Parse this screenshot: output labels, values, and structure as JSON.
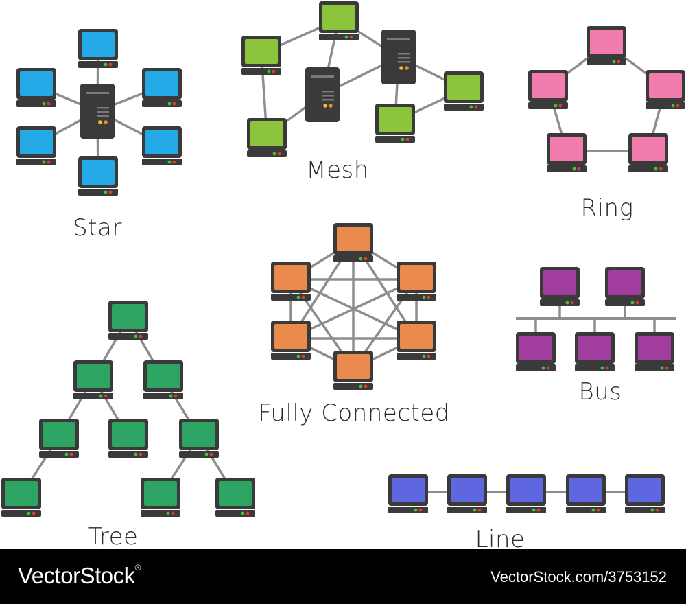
{
  "topologies": {
    "star": {
      "label": "Star",
      "color": "#24a8e6"
    },
    "mesh": {
      "label": "Mesh",
      "color": "#8cc43c"
    },
    "ring": {
      "label": "Ring",
      "color": "#f27cad"
    },
    "full": {
      "label": "Fully Connected",
      "color": "#ea8a4c"
    },
    "bus": {
      "label": "Bus",
      "color": "#a13d9e"
    },
    "tree": {
      "label": "Tree",
      "color": "#2ea462"
    },
    "line": {
      "label": "Line",
      "color": "#5e67e0"
    }
  },
  "colors": {
    "device_frame": "#3a3a3a",
    "cable": "#8d8d8d",
    "led_green": "#49c23a",
    "led_red": "#e23a2e",
    "led_yellow": "#f2c21b",
    "led_orange": "#f0892a"
  },
  "footer": {
    "brand": "VectorStock",
    "brand_mark": "®",
    "image_id": "VectorStock.com/3753152"
  }
}
